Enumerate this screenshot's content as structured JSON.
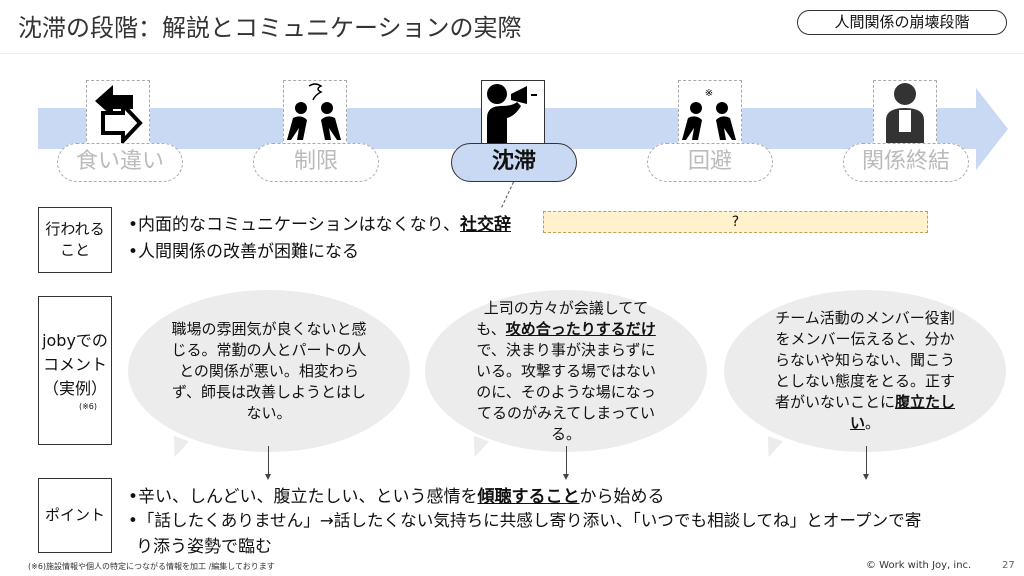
{
  "header": {
    "title": "沈滞の段階：解説とコミュニケーションの実際",
    "badge": "人間関係の崩壊段階"
  },
  "stages": [
    {
      "label": "食い違い",
      "icon": "conflicting-arrows-icon",
      "active": false
    },
    {
      "label": "制限",
      "icon": "two-people-frustrated-icon",
      "active": false
    },
    {
      "label": "沈滞",
      "icon": "person-megaphone-icon",
      "active": true
    },
    {
      "label": "回避",
      "icon": "two-people-angry-icon",
      "active": false
    },
    {
      "label": "関係終結",
      "icon": "person-resignation-letter-icon",
      "active": false
    }
  ],
  "rows": {
    "done": {
      "label1": "行われる",
      "label2": "こと",
      "b1_pre": "•内面的なコミュニケーションはなくなり、",
      "b1_bold": "社交辞",
      "popup": "?",
      "b2": "•人間関係の改善が困難になる"
    },
    "comments": {
      "label1": "jobyでの",
      "label2": "コメント",
      "label3": "（実例）",
      "note": "(※6)"
    },
    "points": {
      "label": "ポイント",
      "b1_pre": "•辛い、しんどい、腹立たしい、という感情を",
      "b1_bold": "傾聴すること",
      "b1_post": "から始める",
      "b2": "•「話したくありません」→話したくない気持ちに共感し寄り添い、「いつでも相談してね」とオープンで寄",
      "b2_cont": "り添う姿勢で臨む"
    }
  },
  "bubbles": [
    {
      "pre": "職場の雰囲気が良くないと感じる。常勤の人とパートの人との関係が悪い。相変わらず、師長は改善しようとはしない。",
      "bold": "",
      "post": ""
    },
    {
      "pre": "上司の方々が会議してても、",
      "bold": "攻め合ったりするだけ",
      "post": "で、決まり事が決まらずにいる。攻撃する場ではないのに、そのような場になってるのがみえてしまっている。"
    },
    {
      "pre": "チーム活動のメンバー役割をメンバー伝えると、分からないや知らない、聞こうとしない態度をとる。正す者がいないことに",
      "bold": "腹立たしい",
      "post": "。"
    }
  ],
  "footer": {
    "note": "(※6)施設情報や個人の特定につながる情報を加工 /編集しております",
    "copyright": "© Work with Joy, inc.",
    "page": "27"
  }
}
